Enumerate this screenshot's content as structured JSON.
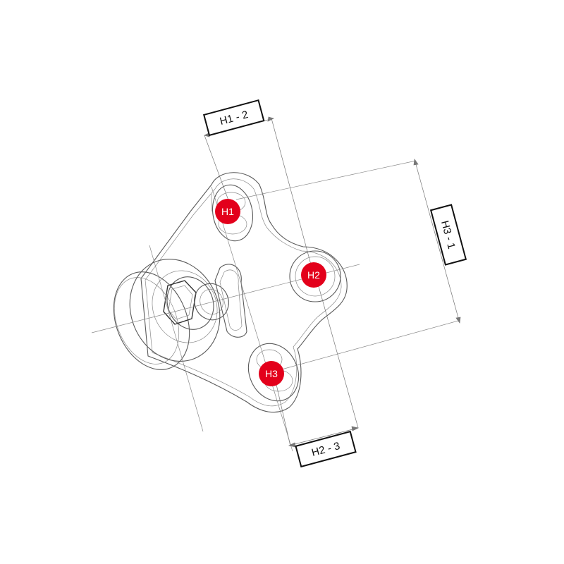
{
  "markers": {
    "h1": "H1",
    "h2": "H2",
    "h3": "H3"
  },
  "dimensions": {
    "h1_2": "H1 - 2",
    "h2_3": "H2 - 3",
    "h3_1": "H3 - 1"
  },
  "colors": {
    "marker": "#e3001b",
    "lines": "#5a5a5a"
  }
}
